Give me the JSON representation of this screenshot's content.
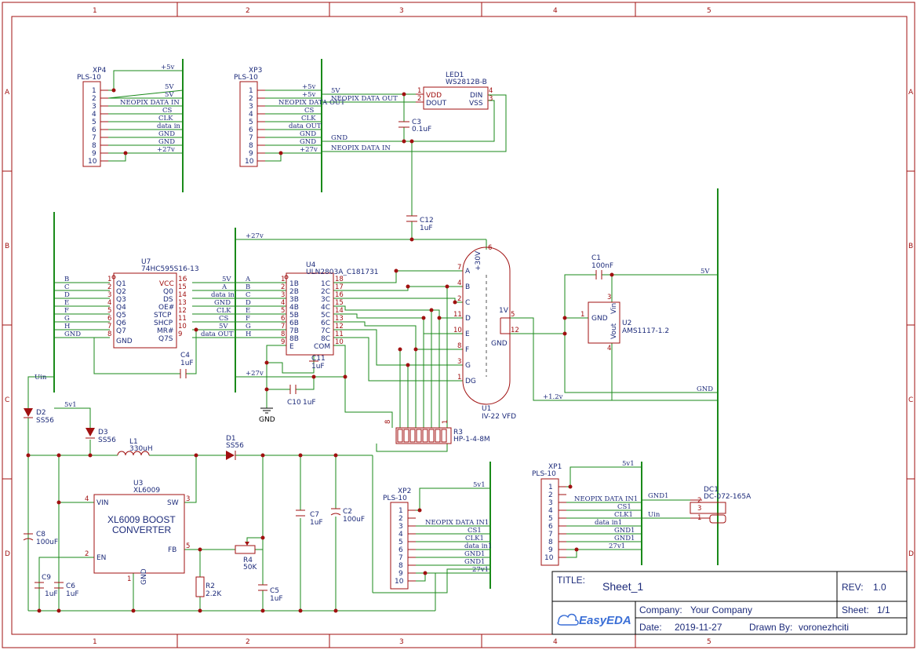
{
  "frame": {
    "columns": [
      "1",
      "2",
      "3",
      "4",
      "5"
    ],
    "rows": [
      "A",
      "B",
      "C",
      "D"
    ]
  },
  "title_block": {
    "title_label": "TITLE:",
    "title": "Sheet_1",
    "rev_label": "REV:",
    "rev": "1.0",
    "company_label": "Company:",
    "company": "Your Company",
    "sheet_label": "Sheet:",
    "sheet": "1/1",
    "date_label": "Date:",
    "date": "2019-11-27",
    "drawn_label": "Drawn By:",
    "drawn_by": "voronezhciti",
    "logo": "EasyEDA"
  },
  "connector_xp4": {
    "ref": "XP4",
    "part": "PLS-10",
    "pins": [
      "1",
      "2",
      "3",
      "4",
      "5",
      "6",
      "7",
      "8",
      "9",
      "10"
    ],
    "nets": [
      "+5v",
      "5V",
      "5V",
      "NEOPIX DATA IN",
      "CS",
      "CLK",
      "data in",
      "GND",
      "GND",
      "+27v"
    ]
  },
  "connector_xp3": {
    "ref": "XP3",
    "part": "PLS-10",
    "pins": [
      "1",
      "2",
      "3",
      "4",
      "5",
      "6",
      "7",
      "8",
      "9",
      "10"
    ],
    "nets": [
      "+5v",
      "+5v",
      "NEOPIX DATA OUT",
      "CS",
      "CLK",
      "data OUT",
      "GND",
      "GND",
      "+27v"
    ],
    "side_nets": [
      "5V",
      "NEOPIX DATA OUT",
      "GND",
      "NEOPIX DATA IN"
    ]
  },
  "led1": {
    "ref": "LED1",
    "part": "WS2812B-B",
    "pin1": "VDD",
    "pin2": "DOUT",
    "pin4": "DIN",
    "pin3": "VSS",
    "n1": "1",
    "n2": "2",
    "n3": "3",
    "n4": "4"
  },
  "c3": {
    "ref": "C3",
    "value": "0.1uF"
  },
  "c12": {
    "ref": "C12",
    "value": "1uF"
  },
  "u7": {
    "ref": "U7",
    "part": "74HC595S16-13",
    "left_pins": [
      "Q1",
      "Q2",
      "Q3",
      "Q4",
      "Q5",
      "Q6",
      "Q7",
      "GND"
    ],
    "left_nums": [
      "1",
      "2",
      "3",
      "4",
      "5",
      "6",
      "7",
      "8"
    ],
    "right_pins": [
      "VCC",
      "Q0",
      "DS",
      "OE#",
      "STCP",
      "SHCP",
      "MR#",
      "Q7S"
    ],
    "right_nums": [
      "16",
      "15",
      "14",
      "13",
      "12",
      "11",
      "10",
      "9"
    ],
    "left_nets": [
      "B",
      "C",
      "D",
      "E",
      "F",
      "G",
      "H",
      "GND"
    ],
    "right_nets": [
      "5V",
      "A",
      "data in",
      "GND",
      "CLK",
      "CS",
      "5V",
      "data OUT"
    ]
  },
  "u4": {
    "ref": "U4",
    "part": "ULN2803A_C181731",
    "left_pins": [
      "1B",
      "2B",
      "3B",
      "4B",
      "5B",
      "6B",
      "7B",
      "8B",
      "E"
    ],
    "left_nums": [
      "1",
      "2",
      "3",
      "4",
      "5",
      "6",
      "7",
      "8",
      "9"
    ],
    "right_pins": [
      "1C",
      "2C",
      "3C",
      "4C",
      "5C",
      "6C",
      "7C",
      "8C",
      "COM"
    ],
    "right_nums": [
      "18",
      "17",
      "16",
      "15",
      "14",
      "13",
      "12",
      "11",
      "10"
    ],
    "left_nets": [
      "A",
      "B",
      "C",
      "D",
      "E",
      "F",
      "G",
      "H"
    ]
  },
  "bus_labels": {
    "p27v_top": "+27v",
    "p27v_mid": "+27v",
    "uin": "Uin",
    "v5v1": "5v1",
    "gnd_sym": "GND"
  },
  "c4": {
    "ref": "C4",
    "value": "1uF"
  },
  "c11": {
    "ref": "C11",
    "value": "1uF"
  },
  "c10": {
    "ref": "C10",
    "value": "1uF"
  },
  "vfd": {
    "ref": "U1",
    "part": "IV-22 VFD",
    "labels": [
      "A",
      "B",
      "C",
      "D",
      "E",
      "F",
      "G",
      "DG"
    ],
    "nums": [
      "7",
      "4",
      "2",
      "11",
      "10",
      "8",
      "3",
      "1"
    ],
    "plus30": "+30V",
    "p6": "6",
    "v1": "1V",
    "gnd": "GND",
    "p5": "5",
    "p12": "12"
  },
  "r3": {
    "ref": "R3",
    "part": "HP-1-4-8M",
    "p8": "8",
    "p1": "1"
  },
  "c1": {
    "ref": "C1",
    "value": "100nF"
  },
  "u2": {
    "ref": "U2",
    "part": "AMS1117-1.2",
    "gnd": "GND",
    "vin": "Vin",
    "vout": "Vout",
    "n1": "1",
    "n3": "3",
    "n4": "4"
  },
  "right_nets": {
    "v5": "5V",
    "gnd": "GND",
    "v12": "+1.2v"
  },
  "d2": {
    "ref": "D2",
    "part": "SS56"
  },
  "d3": {
    "ref": "D3",
    "part": "SS56"
  },
  "l1": {
    "ref": "L1",
    "value": "330uH"
  },
  "d1": {
    "ref": "D1",
    "part": "SS56"
  },
  "u3": {
    "ref": "U3",
    "part": "XL6009",
    "line1": "XL6009 BOOST",
    "line2": "CONVERTER",
    "vin": "VIN",
    "sw": "SW",
    "en": "EN",
    "fb": "FB",
    "gnd": "GND",
    "n4": "4",
    "n3": "3",
    "n2": "2",
    "n5": "5",
    "n1": "1"
  },
  "c8": {
    "ref": "C8",
    "value": "100uF"
  },
  "c9": {
    "ref": "C9",
    "value": "1uF"
  },
  "c6": {
    "ref": "C6",
    "value": "1uF"
  },
  "r2": {
    "ref": "R2",
    "value": "2.2K"
  },
  "r4": {
    "ref": "R4",
    "value": "50K"
  },
  "c5": {
    "ref": "C5",
    "value": "1uF"
  },
  "c7": {
    "ref": "C7",
    "value": "1uF"
  },
  "c2": {
    "ref": "C2",
    "value": "100uF"
  },
  "connector_xp2": {
    "ref": "XP2",
    "part": "PLS-10",
    "pins": [
      "1",
      "2",
      "3",
      "4",
      "5",
      "6",
      "7",
      "8",
      "9",
      "10"
    ],
    "nets": [
      "5v1",
      "NEOPIX DATA IN1",
      "CS1",
      "CLK1",
      "data in1",
      "GND1",
      "GND1",
      "27v1"
    ]
  },
  "connector_xp1": {
    "ref": "XP1",
    "part": "PLS-10",
    "pins": [
      "1",
      "2",
      "3",
      "4",
      "5",
      "6",
      "7",
      "8",
      "9",
      "10"
    ],
    "nets": [
      "5v1",
      "NEOPIX DATA IN1",
      "CS1",
      "CLK1",
      "data in1",
      "GND1",
      "GND1",
      "27v1"
    ]
  },
  "dc1": {
    "ref": "DC1",
    "part": "DC-072-165A",
    "gnd": "GND1",
    "uin": "Uin",
    "n1": "1",
    "n2": "2",
    "n3": "3"
  }
}
